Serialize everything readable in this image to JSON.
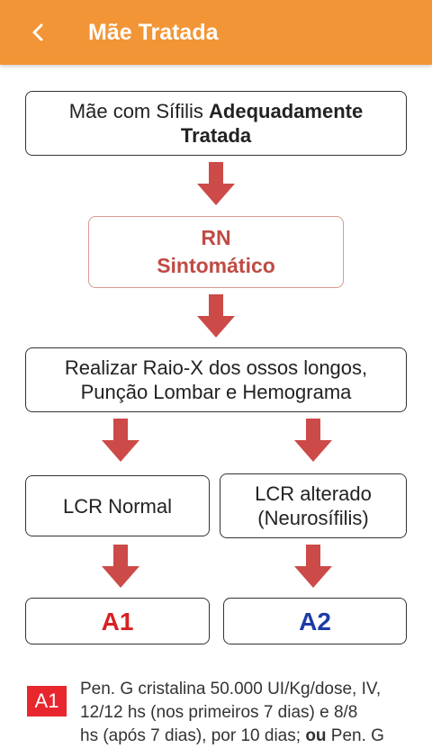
{
  "header": {
    "title": "Mãe Tratada",
    "back_icon": "chevron-left-icon",
    "background_color": "#f29536"
  },
  "flowchart": {
    "mother": {
      "text_plain": "Mãe com Sífilis ",
      "text_bold_1": "Adequadamente",
      "text_bold_2": "Tratada"
    },
    "newborn": {
      "line1": "RN",
      "line2": "Sintomático"
    },
    "exams": {
      "line1": "Realizar Raio-X dos ossos longos,",
      "line2": "Punção Lombar e Hemograma"
    },
    "lcr_normal": "LCR Normal",
    "lcr_altered": {
      "line1": "LCR alterado",
      "line2": "(Neurosífilis)"
    },
    "a1": "A1",
    "a2": "A2",
    "arrow_color": "#cc4a48"
  },
  "notes": {
    "a1": {
      "badge": "A1",
      "line1": "Pen. G cristalina 50.000 UI/Kg/dose, IV,",
      "line2": "12/12 hs (nos primeiros 7 dias) e 8/8",
      "line3_plain": "hs (após 7 dias), por 10 dias; ",
      "line3_bold": "ou",
      "line3_tail": " Pen. G",
      "badge_color": "#e8262d"
    }
  }
}
